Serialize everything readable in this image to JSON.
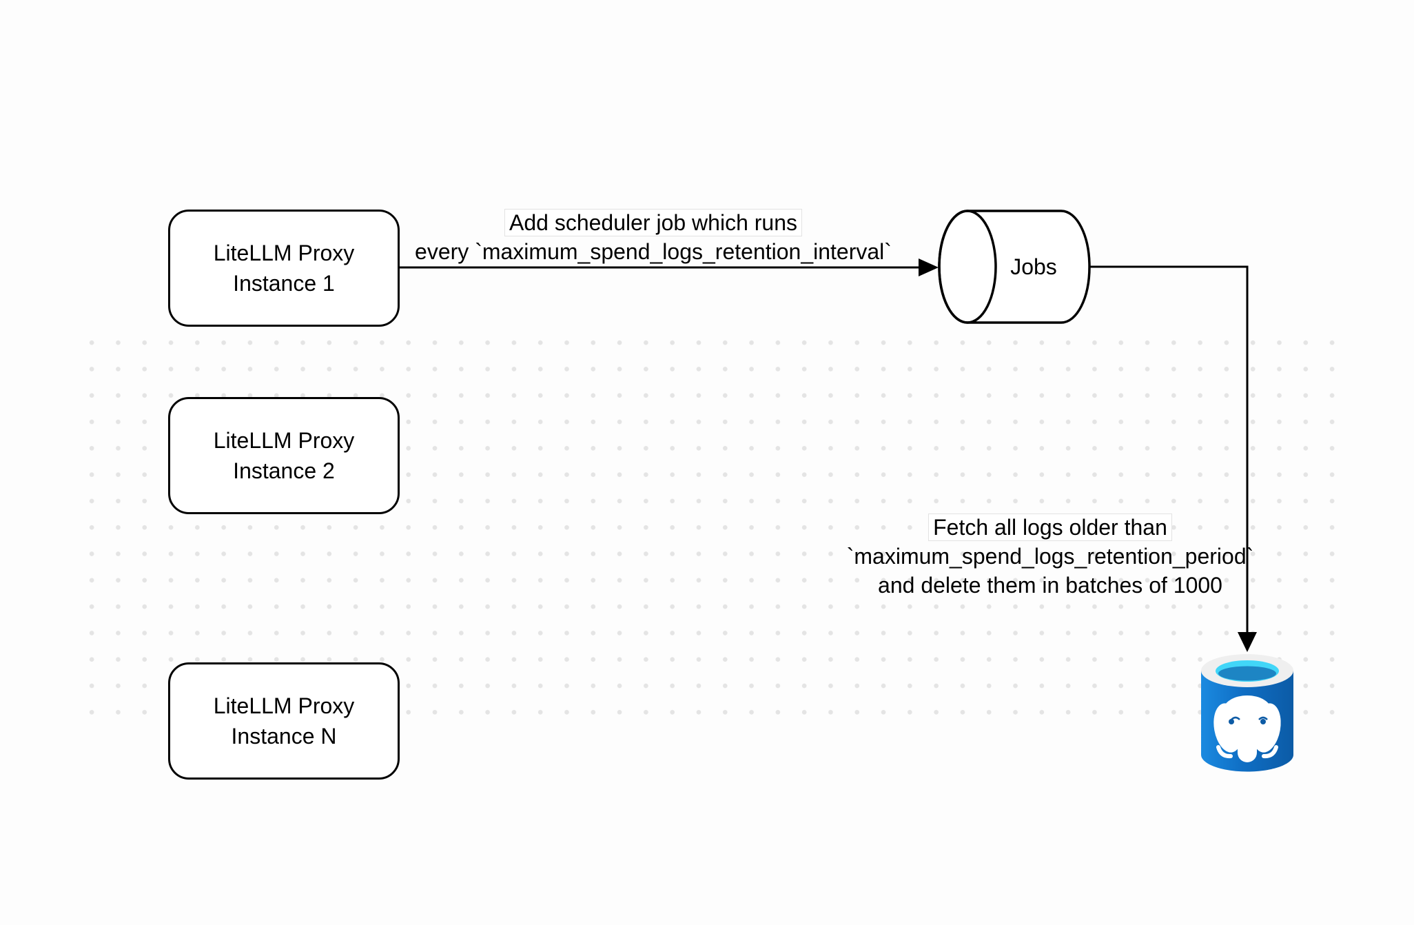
{
  "diagram": {
    "title": "LiteLLM spend logs cleanup scheduler diagram",
    "background_color": "#fdfdfd",
    "dot_color": "#e4e4e4",
    "stroke_color": "#000000"
  },
  "nodes": {
    "instance1": {
      "line1": "LiteLLM Proxy",
      "line2": "Instance 1"
    },
    "instance2": {
      "line1": "LiteLLM Proxy",
      "line2": "Instance 2"
    },
    "instanceN": {
      "line1": "LiteLLM Proxy",
      "line2": "Instance N"
    },
    "jobs": {
      "label": "Jobs"
    }
  },
  "edge_labels": {
    "scheduler": {
      "line1": "Add scheduler job which runs",
      "line2": "every `maximum_spend_logs_retention_interval`"
    },
    "fetch_delete": {
      "line1": "Fetch all logs older than",
      "line2": "`maximum_spend_logs_retention_period`",
      "line3": "and delete them in batches of 1000"
    }
  },
  "icons": {
    "database": "postgresql-database-icon"
  },
  "colors": {
    "postgres_body_light": "#1b8ae0",
    "postgres_body_dark": "#0c5ba6",
    "postgres_ring": "#efefef",
    "postgres_cyan": "#41d6f8",
    "postgres_pool": "#1d85c4",
    "elephant_white": "#ffffff",
    "elephant_eye": "#0d5ba5"
  }
}
